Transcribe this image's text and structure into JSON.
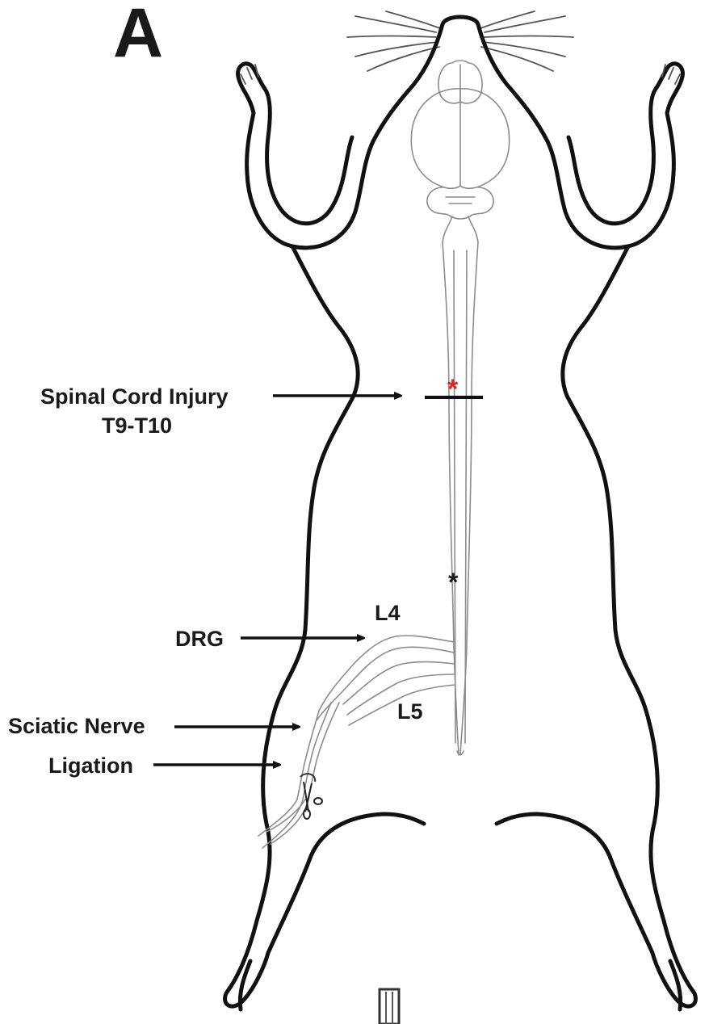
{
  "panel_letter": "A",
  "labels": {
    "spinal_cord_injury": "Spinal Cord Injury",
    "level": "T9-T10",
    "drg": "DRG",
    "l4": "L4",
    "l5": "L5",
    "sciatic_nerve": "Sciatic Nerve",
    "ligation": "Ligation"
  },
  "markers": {
    "injury_site": "*",
    "lumbar_site": "*"
  },
  "colors": {
    "outline": "#111111",
    "anatomy": "#8c8c8c",
    "injury_marker": "#e8202a",
    "text": "#1a1a1a"
  }
}
